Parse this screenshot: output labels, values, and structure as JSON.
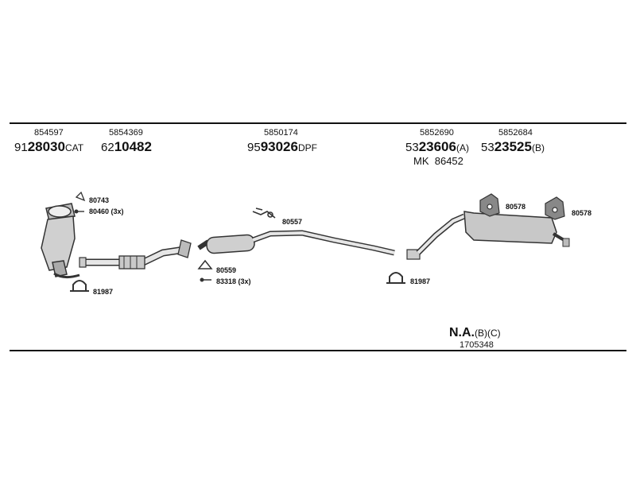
{
  "top_row": [
    {
      "id": "854597",
      "pre": "91",
      "main": "28030",
      "suf": "CAT"
    },
    {
      "id": "5854369",
      "pre": "62",
      "main": "10482",
      "suf": ""
    },
    {
      "id": "5850174",
      "pre": "95",
      "main": "93026",
      "suf": "DPF"
    },
    {
      "id": "5852690",
      "pre": "53",
      "main": "23606",
      "suf": "(A)"
    },
    {
      "id": "5852684",
      "pre": "53",
      "main": "23525",
      "suf": "(B)"
    }
  ],
  "mk": {
    "prefix": "MK",
    "code": "86452"
  },
  "labels": {
    "l80743": "80743",
    "l80460": "80460 (3x)",
    "l81987a": "81987",
    "l80557": "80557",
    "l80559": "80559",
    "l83318": "83318 (3x)",
    "l81987b": "81987",
    "l80578a": "80578",
    "l80578b": "80578"
  },
  "na": {
    "main": "N.A.",
    "suf": "(B)(C)",
    "code": "1705348"
  },
  "colors": {
    "line": "#111111",
    "part": "#9a9a9a",
    "part_dark": "#555555"
  }
}
